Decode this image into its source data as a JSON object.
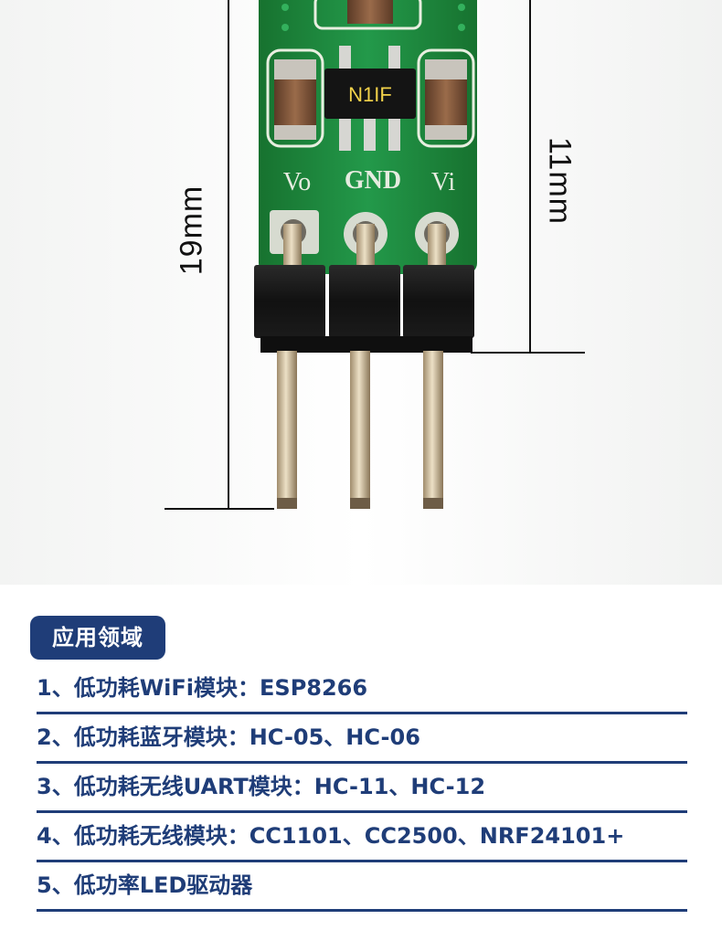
{
  "photo": {
    "chip_marking": "N1IF",
    "silkscreen": [
      "Vo",
      "GND",
      "Vi"
    ],
    "dimension_left": "19mm",
    "dimension_right": "11mm"
  },
  "section": {
    "title": "应用领域",
    "items": [
      "1、低功耗WiFi模块：ESP8266",
      "2、低功耗蓝牙模块：HC-05、HC-06",
      "3、低功耗无线UART模块：HC-11、HC-12",
      "4、低功耗无线模块：CC1101、CC2500、NRF24101+",
      "5、低功率LED驱动器"
    ]
  },
  "colors": {
    "accent": "#1f3d78",
    "pcb": "#1e8a3c"
  }
}
